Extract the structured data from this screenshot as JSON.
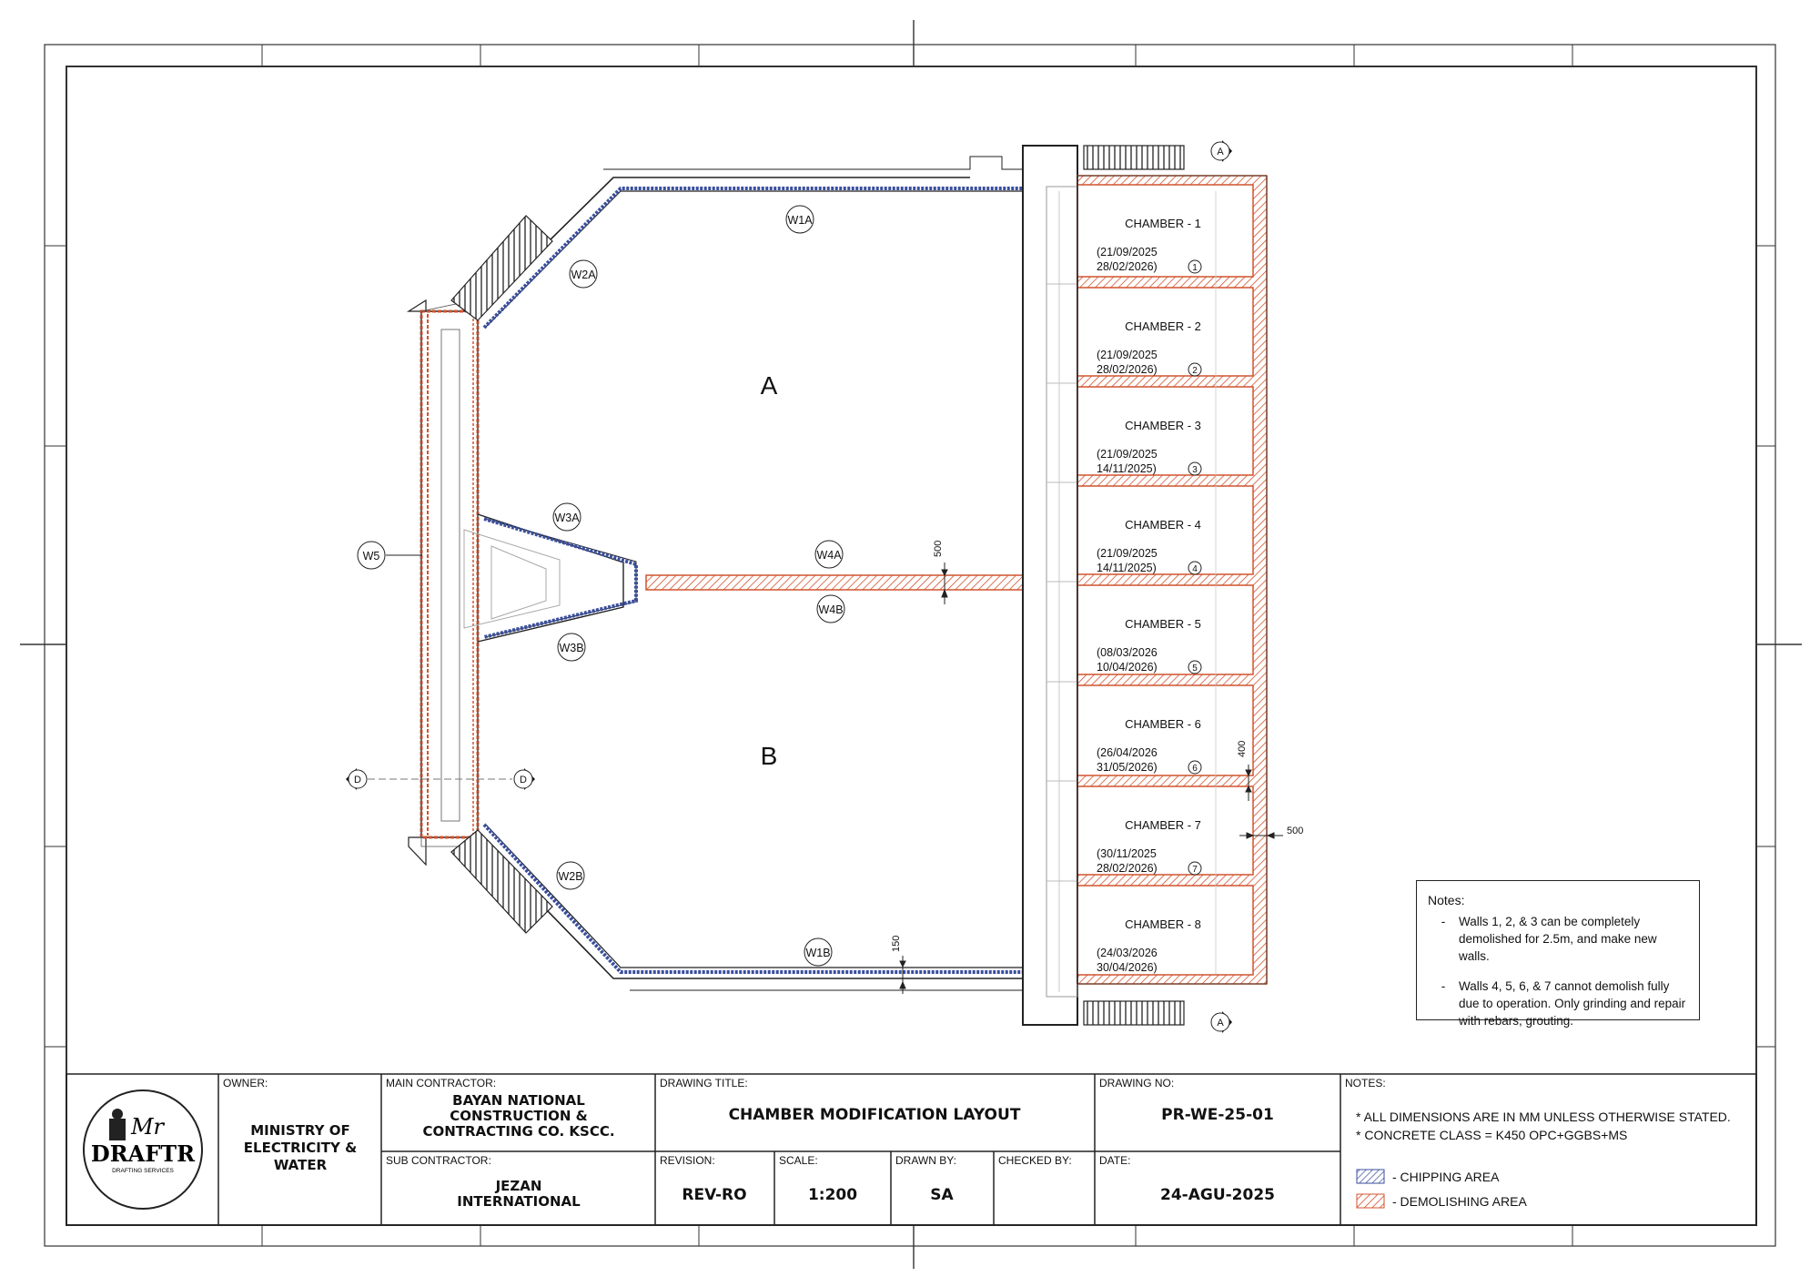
{
  "plan": {
    "zones": {
      "a": "A",
      "b": "B"
    },
    "walls": {
      "w1a": "W1A",
      "w1b": "W1B",
      "w2a": "W2A",
      "w2b": "W2B",
      "w3a": "W3A",
      "w3b": "W3B",
      "w4a": "W4A",
      "w4b": "W4B",
      "w5": "W5"
    },
    "section_markers": {
      "a_top": "A",
      "a_bottom": "A",
      "d_left": "D",
      "d_right": "D"
    },
    "dimensions": {
      "d500_mid": "500",
      "d400": "400",
      "d500_right": "500",
      "d150": "150"
    },
    "chambers": [
      {
        "name": "CHAMBER - 1",
        "start": "(21/09/2025",
        "end": "28/02/2026)",
        "num": "1"
      },
      {
        "name": "CHAMBER - 2",
        "start": "(21/09/2025",
        "end": "28/02/2026)",
        "num": "2"
      },
      {
        "name": "CHAMBER - 3",
        "start": "(21/09/2025",
        "end": "14/11/2025)",
        "num": "3"
      },
      {
        "name": "CHAMBER - 4",
        "start": "(21/09/2025",
        "end": "14/11/2025)",
        "num": "4"
      },
      {
        "name": "CHAMBER - 5",
        "start": "(08/03/2026",
        "end": "10/04/2026)",
        "num": "5"
      },
      {
        "name": "CHAMBER - 6",
        "start": "(26/04/2026",
        "end": "31/05/2026)",
        "num": "6"
      },
      {
        "name": "CHAMBER - 7",
        "start": "(30/11/2025",
        "end": "28/02/2026)",
        "num": "7"
      },
      {
        "name": "CHAMBER - 8",
        "start": "(24/03/2026",
        "end": "30/04/2026)",
        "num": ""
      }
    ]
  },
  "notes_box": {
    "title": "Notes:",
    "items": [
      {
        "dash": "-",
        "text": "Walls 1, 2, & 3 can be completely demolished for 2.5m, and make new walls."
      },
      {
        "dash": "-",
        "text": "Walls 4, 5, 6, & 7 cannot demolish fully due to operation. Only grinding and repair with rebars, grouting."
      }
    ]
  },
  "title_block": {
    "logo": {
      "line1": "Mr",
      "line2": "DRAFTR",
      "line3": "DRAFTING SERVICES"
    },
    "owner_label": "OWNER:",
    "owner_lines": [
      "MINISTRY OF",
      "ELECTRICITY &",
      "WATER"
    ],
    "main_contractor_label": "MAIN CONTRACTOR:",
    "main_contractor_lines": [
      "BAYAN NATIONAL",
      "CONSTRUCTION &",
      "CONTRACTING CO. KSCC."
    ],
    "sub_contractor_label": "SUB CONTRACTOR:",
    "sub_contractor_lines": [
      "JEZAN",
      "INTERNATIONAL"
    ],
    "drawing_title_label": "DRAWING TITLE:",
    "drawing_title": "CHAMBER MODIFICATION LAYOUT",
    "drawing_no_label": "DRAWING NO:",
    "drawing_no": "PR-WE-25-01",
    "revision_label": "REVISION:",
    "revision": "REV-RO",
    "scale_label": "SCALE:",
    "scale": "1:200",
    "drawn_by_label": "DRAWN BY:",
    "drawn_by": "SA",
    "checked_by_label": "CHECKED BY:",
    "checked_by": "",
    "date_label": "DATE:",
    "date": "24-AGU-2025",
    "notes_label": "NOTES:",
    "notes": [
      "*  ALL DIMENSIONS ARE IN MM UNLESS OTHERWISE STATED.",
      "*  CONCRETE CLASS = K450 OPC+GGBS+MS"
    ],
    "legend": [
      {
        "label": "- CHIPPING AREA",
        "color": "#3a4f9e"
      },
      {
        "label": "- DEMOLISHING AREA",
        "color": "#d0532e"
      }
    ]
  },
  "colors": {
    "demolish": "#d0532e",
    "chip": "#3a4f9e",
    "line": "#222222"
  }
}
